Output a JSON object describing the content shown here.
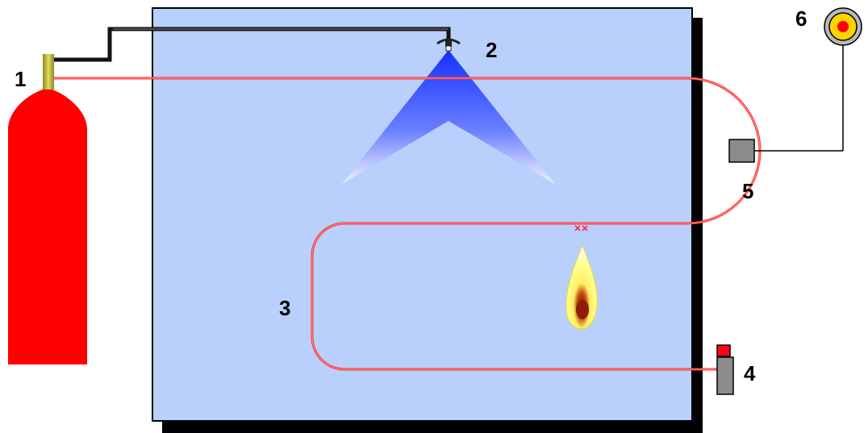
{
  "labels": {
    "cylinder": "1",
    "nozzle": "2",
    "tube": "3",
    "end_unit": "4",
    "pressure_switch": "5",
    "alarm": "6"
  },
  "colors": {
    "room_fill": "#b8d0fb",
    "room_shadow": "#000000",
    "cylinder": "#ff0000",
    "valve": "#c8c040",
    "tube": "#ff2020",
    "pipe": "#111111",
    "spray": "#1e3cff",
    "device_grey": "#8c8c8c",
    "alarm_outer": "#ffd200",
    "alarm_core": "#ff0000"
  }
}
